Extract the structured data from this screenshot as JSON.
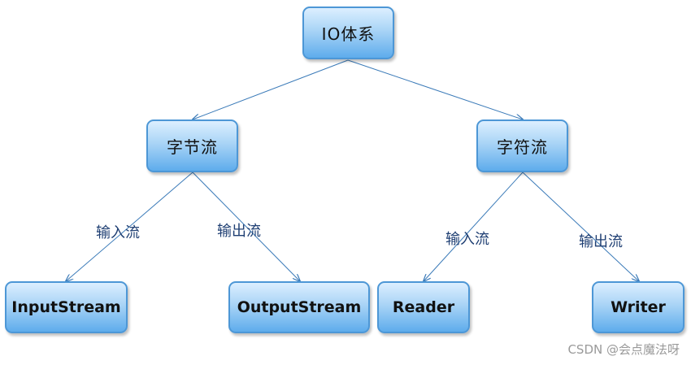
{
  "nodes": {
    "root": "IO体系",
    "byte_stream": "字节流",
    "char_stream": "字符流",
    "input_stream": "InputStream",
    "output_stream": "OutputStream",
    "reader": "Reader",
    "writer": "Writer"
  },
  "edge_labels": {
    "byte_input": "输入流",
    "byte_output": "输出流",
    "char_input": "输入流",
    "char_output": "输出流"
  },
  "watermark": "CSDN @会点魔法呀",
  "colors": {
    "node_border": "#4d97d6",
    "node_fill_top": "#dcefff",
    "node_fill_bottom": "#5eacec",
    "edge": "#3a7ab8",
    "edge_label": "#1f3f73"
  }
}
